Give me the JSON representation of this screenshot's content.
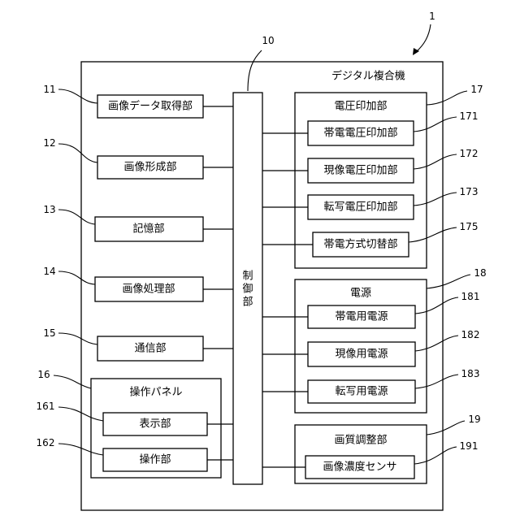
{
  "device": {
    "ref": "1",
    "title": "デジタル複合機"
  },
  "controller": {
    "ref": "10",
    "label": "制御部"
  },
  "left_units": [
    {
      "ref": "11",
      "label": "画像データ取得部"
    },
    {
      "ref": "12",
      "label": "画像形成部"
    },
    {
      "ref": "13",
      "label": "記憶部"
    },
    {
      "ref": "14",
      "label": "画像処理部"
    },
    {
      "ref": "15",
      "label": "通信部"
    }
  ],
  "panel": {
    "ref": "16",
    "label": "操作パネル",
    "items": [
      {
        "ref": "161",
        "label": "表示部"
      },
      {
        "ref": "162",
        "label": "操作部"
      }
    ]
  },
  "voltage_unit": {
    "ref": "17",
    "label": "電圧印加部",
    "items": [
      {
        "ref": "171",
        "label": "帯電電圧印加部"
      },
      {
        "ref": "172",
        "label": "現像電圧印加部"
      },
      {
        "ref": "173",
        "label": "転写電圧印加部"
      },
      {
        "ref": "175",
        "label": "帯電方式切替部"
      }
    ]
  },
  "power_unit": {
    "ref": "18",
    "label": "電源",
    "items": [
      {
        "ref": "181",
        "label": "帯電用電源"
      },
      {
        "ref": "182",
        "label": "現像用電源"
      },
      {
        "ref": "183",
        "label": "転写用電源"
      }
    ]
  },
  "quality_unit": {
    "ref": "19",
    "label": "画質調整部",
    "items": [
      {
        "ref": "191",
        "label": "画像濃度センサ"
      }
    ]
  }
}
